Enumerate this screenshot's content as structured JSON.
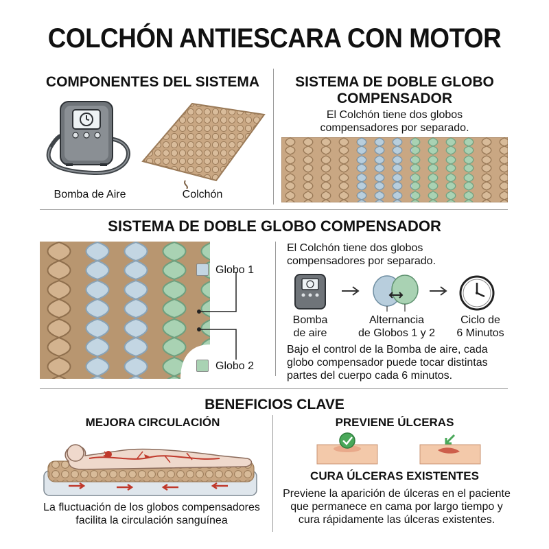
{
  "title": "COLCHÓN ANTIESCARA CON MOTOR",
  "components": {
    "heading": "COMPONENTES DEL SISTEMA",
    "pump_label": "Bomba de Aire",
    "mattress_label": "Colchón"
  },
  "double_balloon_top": {
    "heading_line1": "SISTEMA DE DOBLE GLOBO",
    "heading_line2": "COMPENSADOR",
    "desc_line1": "El Colchón tiene dos globos",
    "desc_line2": "compensadores por separado."
  },
  "double_balloon_mid": {
    "heading": "SISTEMA DE DOBLE GLOBO COMPENSADOR",
    "legend_globo1": "Globo 1",
    "legend_globo2": "Globo 2",
    "desc_line1": "El Colchón tiene dos globos",
    "desc_line2": "compensadores por separado.",
    "step1_line1": "Bomba",
    "step1_line2": "de aire",
    "step2_line1": "Alternancia",
    "step2_line2": "de Globos 1 y 2",
    "step3_line1": "Ciclo de",
    "step3_line2": "6 Minutos",
    "body_line1": "Bajo el control de la Bomba de aire, cada",
    "body_line2": "globo compensador puede tocar distintas",
    "body_line3": "partes del cuerpo cada 6 minutos."
  },
  "benefits": {
    "heading": "BENEFICIOS CLAVE",
    "circulation_heading": "MEJORA CIRCULACIÓN",
    "circulation_line1": "La fluctuación de los globos compensadores",
    "circulation_line2": "facilita la circulación sanguínea",
    "prevents_heading": "PREVIENE ÚLCERAS",
    "cures_heading": "CURA ÚLCERAS EXISTENTES",
    "cures_line1": "Previene la aparición de úlceras en el paciente",
    "cures_line2": "que permanece en cama por largo tiempo y",
    "cures_line3": "cura rápidamente las úlceras existentes."
  },
  "colors": {
    "tan": "#c9a783",
    "tan_dark": "#9a7a58",
    "blue": "#b8cedd",
    "green": "#a9d2b3",
    "pump_body": "#6f7479",
    "check_green": "#4aa85a"
  }
}
